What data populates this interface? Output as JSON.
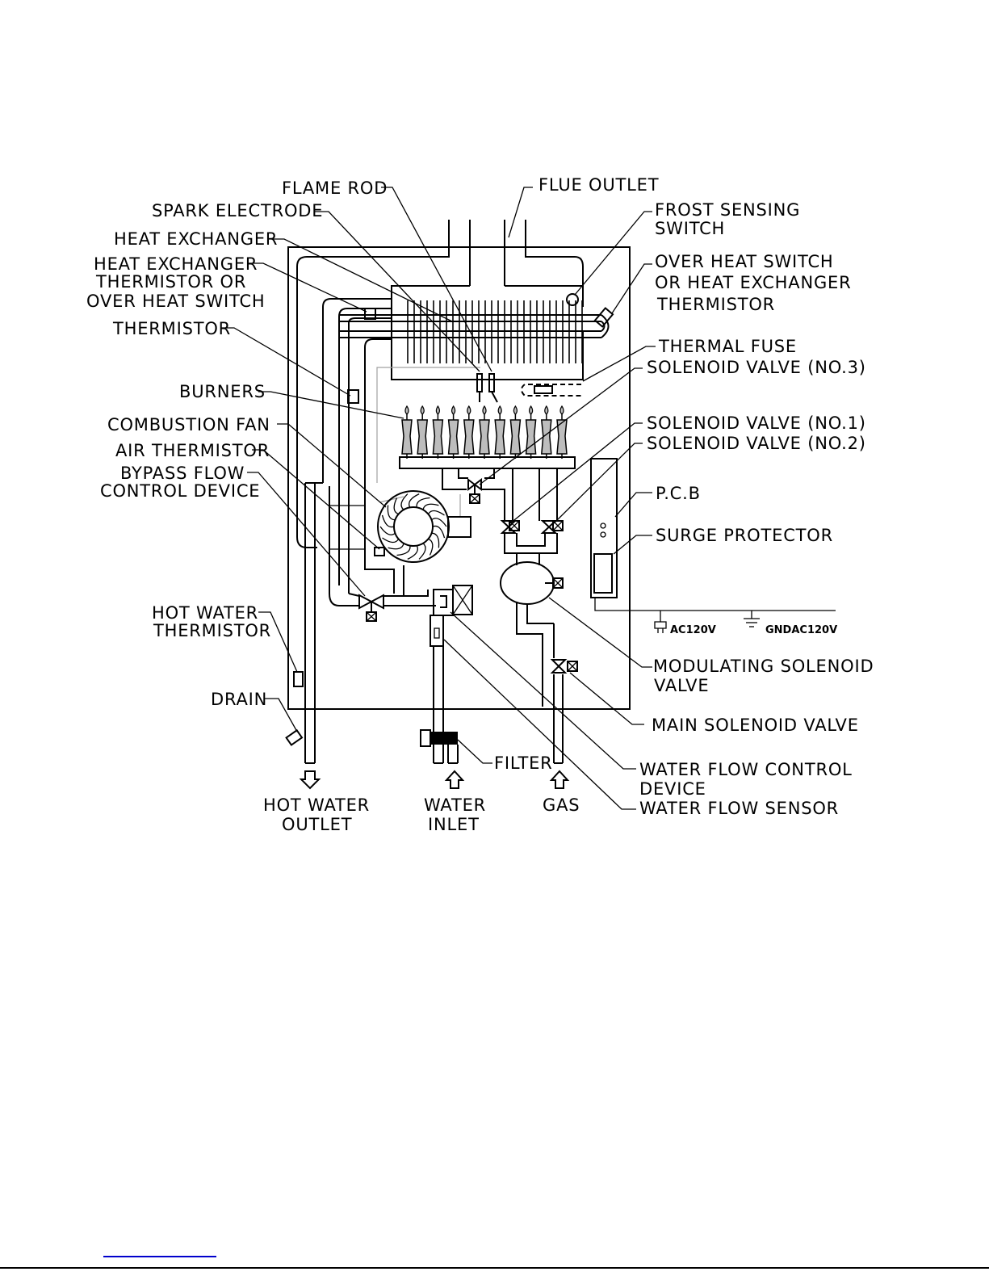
{
  "labels": {
    "flame_rod": "FLAME ROD",
    "flue_outlet": "FLUE OUTLET",
    "spark_electrode": "SPARK ELECTRODE",
    "frost_1": "FROST SENSING",
    "frost_2": "SWITCH",
    "heat_exchanger": "HEAT EXCHANGER",
    "hx_therm_1": "HEAT EXCHANGER",
    "hx_therm_2": "THERMISTOR OR",
    "hx_therm_3": "OVER HEAT SWITCH",
    "overheat_1": "OVER HEAT SWITCH",
    "overheat_2": "OR HEAT EXCHANGER",
    "overheat_3": "THERMISTOR",
    "thermistor": "THERMISTOR",
    "thermal_fuse": "THERMAL FUSE",
    "sol3": "SOLENOID VALVE (NO.3)",
    "burners": "BURNERS",
    "combustion_fan": "COMBUSTION FAN",
    "sol1": "SOLENOID VALVE (NO.1)",
    "air_thermistor": "AIR THERMISTOR",
    "sol2": "SOLENOID VALVE (NO.2)",
    "bypass_1": "BYPASS FLOW",
    "bypass_2": "CONTROL DEVICE",
    "pcb": "P.C.B",
    "surge": "SURGE PROTECTOR",
    "hw_therm_1": "HOT WATER",
    "hw_therm_2": "THERMISTOR",
    "ac": "AC120V",
    "gnd": "GNDAC120V",
    "mod_1": "MODULATING SOLENOID",
    "mod_2": "VALVE",
    "drain": "DRAIN",
    "main_sol": "MAIN SOLENOID VALVE",
    "filter": "FILTER",
    "wfcd_1": "WATER FLOW CONTROL",
    "wfcd_2": "DEVICE",
    "wfs": "WATER FLOW SENSOR",
    "hw_out_1": "HOT WATER",
    "hw_out_2": "OUTLET",
    "water_in_1": "WATER",
    "water_in_2": "INLET",
    "gas": "GAS"
  }
}
